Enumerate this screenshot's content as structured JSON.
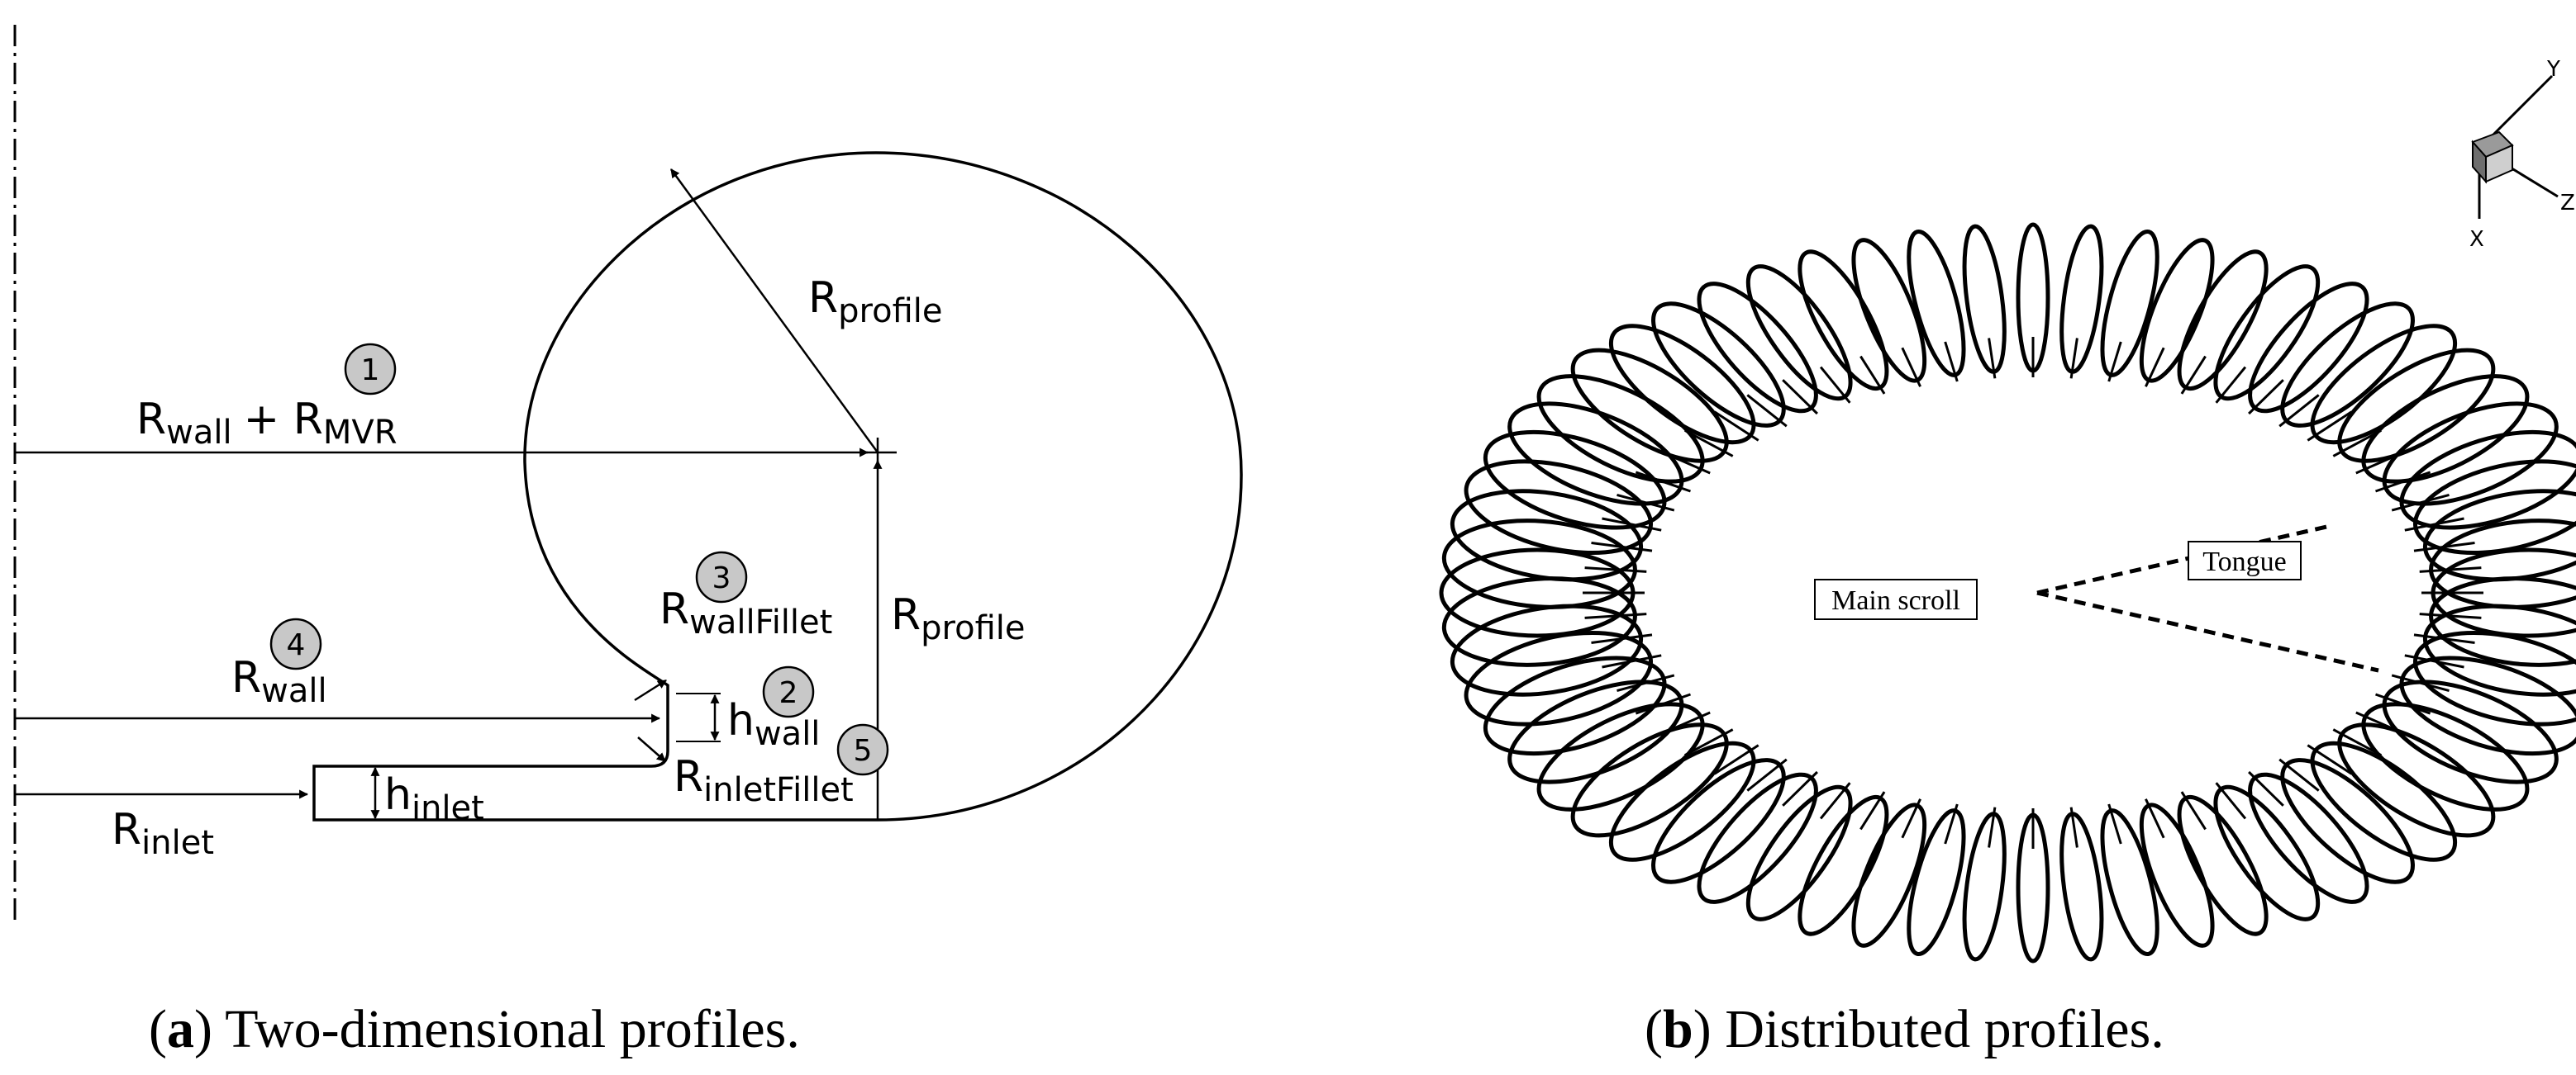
{
  "panel_a": {
    "labels": {
      "rwall_plus_rmvr": {
        "main": "R",
        "sub": "wall",
        "plus": "+ R",
        "sub2": "MVR",
        "badge": "1"
      },
      "rprofile_radius": {
        "main": "R",
        "sub": "profile"
      },
      "rprofile_vertical": {
        "main": "R",
        "sub": "profile"
      },
      "rwallfillet": {
        "main": "R",
        "sub": "wallFillet",
        "badge": "3"
      },
      "rwall": {
        "main": "R",
        "sub": "wall",
        "badge": "4"
      },
      "hwall": {
        "main": "h",
        "sub": "wall",
        "badge": "2"
      },
      "rinletfillet": {
        "main": "R",
        "sub": "inletFillet",
        "badge": "5"
      },
      "hinlet": {
        "main": "h",
        "sub": "inlet"
      },
      "rinlet": {
        "main": "R",
        "sub": "inlet"
      }
    },
    "caption": {
      "letter": "a",
      "text": "Two-dimensional profiles."
    }
  },
  "panel_b": {
    "labels": {
      "main_scroll": "Main scroll",
      "tongue": "Tongue"
    },
    "axes": {
      "y": "Y",
      "z": "Z",
      "x": "X"
    },
    "caption": {
      "letter": "b",
      "text": "Distributed profiles."
    }
  },
  "colors": {
    "line": "#000000",
    "badge_fill": "#c8c8c8",
    "background": "#ffffff"
  }
}
